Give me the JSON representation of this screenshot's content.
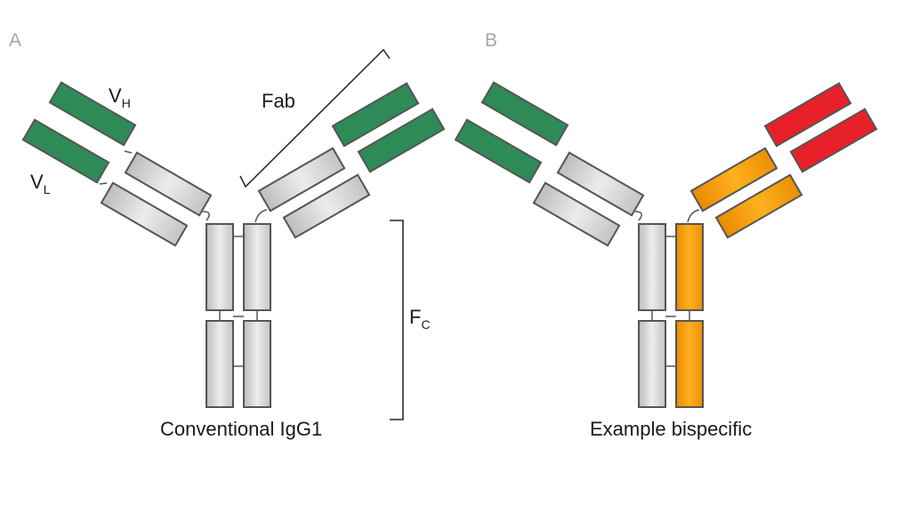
{
  "panels": {
    "a": {
      "letter": "A",
      "caption": "Conventional IgG1",
      "labels": {
        "vh_main": "V",
        "vh_sub": "H",
        "vl_main": "V",
        "vl_sub": "L",
        "fab": "Fab",
        "fc_main": "F",
        "fc_sub": "C"
      }
    },
    "b": {
      "letter": "B",
      "caption": "Example bispecific"
    }
  },
  "colors": {
    "variable_green": "#2e8b57",
    "constant_gray": "#e6e6e6",
    "heavy_orange": "#ffa31a",
    "variable_red": "#e8202a",
    "outline": "#555555",
    "bracket": "#222222"
  }
}
